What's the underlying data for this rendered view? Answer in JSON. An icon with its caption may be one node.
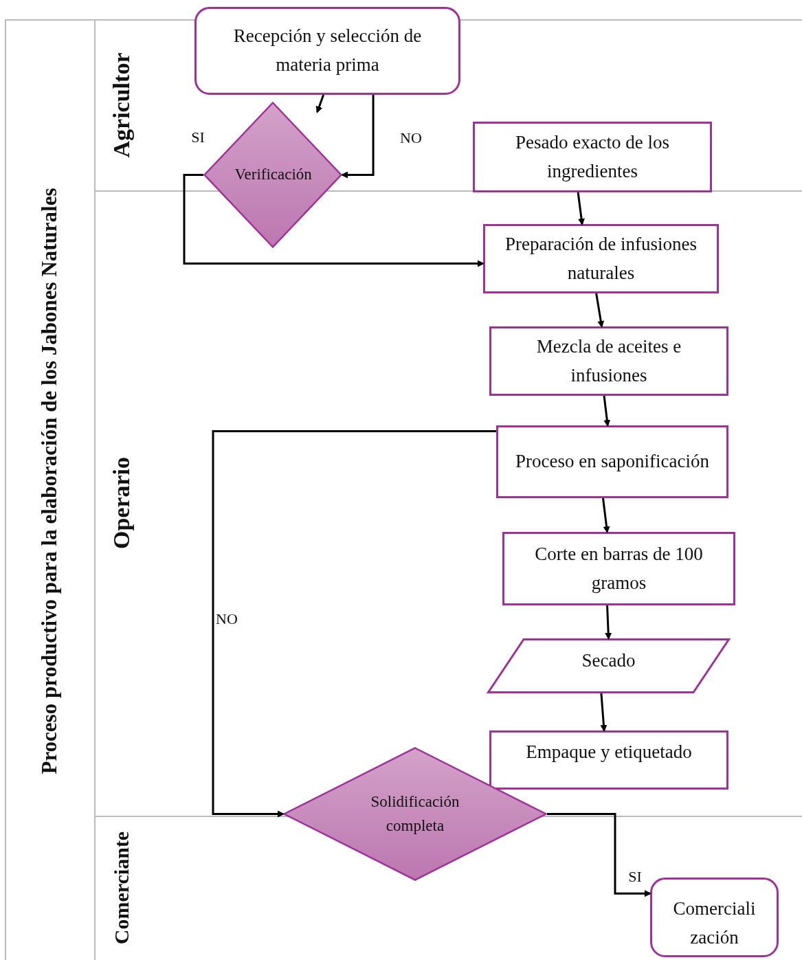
{
  "diagram": {
    "title": "Proceso productivo para la elaboración de los Jabones Naturales",
    "nodes": [
      {
        "text": [
          "Recepción y selección de materia prima"
        ]
      },
      {
        "text": [
          "Verificación"
        ]
      },
      {
        "text": [
          "Pesado exacto de los ingredientes"
        ]
      },
      {
        "text": [
          "Preparación de infusiones naturales"
        ]
      },
      {
        "text": [
          "Mezcla de aceites e infusiones"
        ]
      },
      {
        "text": [
          "Proceso en saponificación"
        ]
      },
      {
        "text": [
          "Corte en barras de 100 gramos"
        ]
      },
      {
        "text": [
          "Secado"
        ]
      },
      {
        "text": [
          "Empaque y etiquetado"
        ]
      },
      {
        "text": [
          "Solidificación completa"
        ]
      },
      {
        "text": [
          "Comercialización"
        ]
      }
    ],
    "edges": [
      {
        "from": 0,
        "to": 1,
        "arrow": "to"
      },
      {
        "from": 0,
        "to": 1,
        "arrow": "to",
        "label": "NO"
      },
      {
        "from": 1,
        "to": 3,
        "arrow": "to",
        "label": "SI"
      },
      {
        "from": 2,
        "to": 3,
        "arrow": "to"
      },
      {
        "from": 3,
        "to": 4,
        "arrow": "to"
      },
      {
        "from": 4,
        "to": 5,
        "arrow": "to"
      },
      {
        "from": 5,
        "to": 6,
        "arrow": "to"
      },
      {
        "from": 6,
        "to": 7,
        "arrow": "to"
      },
      {
        "from": 7,
        "to": 8,
        "arrow": "to"
      },
      {
        "from": 5,
        "to": 9,
        "arrow": "to",
        "label": "NO"
      },
      {
        "from": 9,
        "to": 10,
        "arrow": "to",
        "label": "SI"
      }
    ],
    "labels": [
      "Agricultor",
      "Operario",
      "Comerciante"
    ]
  }
}
